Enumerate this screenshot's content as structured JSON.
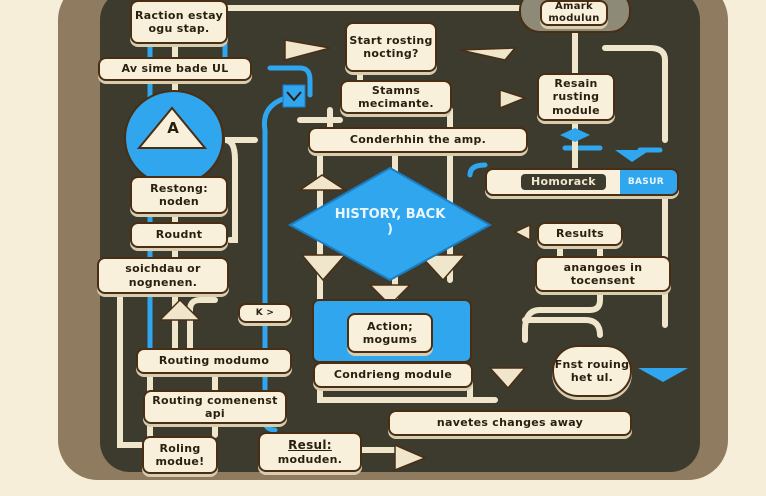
{
  "diagram": {
    "nodes": {
      "raction": "Raction estay ogu stap.",
      "av_sime": "Av sime bade UL",
      "circle_letter": "A",
      "restong": "Restong: noden",
      "roudnt": "Roudnt",
      "soichdau": "soichdau or nognenen.",
      "routing_modumo": "Routing modumo",
      "routing_comenenst": "Routing comenenst api",
      "roling": "Roling modue!",
      "resul": "Resul:",
      "resul_sub": "moduden.",
      "small_nav": "K  >",
      "start": "Start rosting nocting?",
      "stamns": "Stamns mecimante.",
      "conderhhin": "Conderhhin the amp.",
      "history": "HISTORY, BACK )",
      "action": "Action; mogums",
      "condrieng": "Condrieng module",
      "navetes": "navetes changes away",
      "amark": "Amark modulun",
      "resain": "Resain rusting module",
      "homorack": "Homorack",
      "basur": "BASUR",
      "results": "Results",
      "anangoes": "anangoes in tocensent",
      "fnst": "Fnst rouing het ul."
    },
    "colors": {
      "accent": "#2fa6ee",
      "panel": "#3c3b2e",
      "box": "#f8f0da",
      "frame": "#8e7b60"
    }
  }
}
